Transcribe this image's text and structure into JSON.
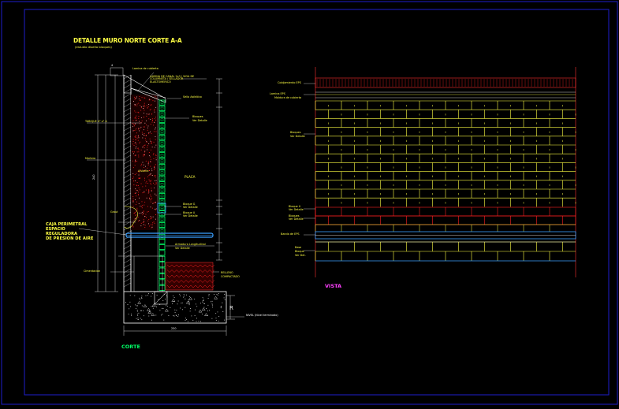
{
  "drawing": {
    "title": "DETALLE MURO NORTE CORTE A-A",
    "subtitle": "(estudio diseño bloques)",
    "section_label": "CORTE",
    "view_label": "VISTA",
    "placa_label": "PLACA",
    "dims": {
      "total_height": "240",
      "base_width": "230",
      "top_a": "4",
      "side_r": "R"
    },
    "section_annotations": {
      "top_note": "Lamina de cubierta",
      "roof_note": "LAMINA DE CANAL 2x3 / VIGA DE COLUMNETA / SELLADOR ELASTOMERICO",
      "coping": "Sello Asfaltico",
      "block_1": "Bloques",
      "block_2": "Ver Detalle",
      "left_1": "TABIQUE 4\" a\" A",
      "left_2": "Mortero",
      "left_3": "Aislante",
      "beam_1": "Bloque G",
      "beam_2": "Ver Detalle",
      "beam_3": "Bloque U",
      "beam_4": "Ver Detalle",
      "insulation_1": "CAJA PERIMETRAL",
      "insulation_2": "ESPACIO",
      "insulation_3": "REGULADORA",
      "insulation_4": "DE PRESION DE AIRE",
      "grout": "Grout",
      "slab_note": "Armadura Longitudinal",
      "slab_note_2": "Ver Detalle",
      "ground_1": "RELLENO",
      "ground_2": "COMPACTADO",
      "fill": "Cimentacion",
      "bottom_note": "NIVEL (Nivel terminado)"
    },
    "view_annotations": {
      "cap": "Cobijamiento EPS",
      "band": "Lamina EPS",
      "band_2": "Moldura de cubierta",
      "block_1": "Bloques",
      "block_2": "Ver Detalle",
      "red_1": "Bloque U",
      "red_2": "Ver Detalle",
      "red_3": "Bloques",
      "red_4": "Ver Detalle",
      "slab": "Banda de EPS",
      "base_1": "Base",
      "base_2": "Bloque",
      "base_3": "Ver Det."
    }
  },
  "colors": {
    "background": "#000000",
    "frame": "#1e1ecc",
    "brick": "#ffff44",
    "red": "#ff2020",
    "green": "#00ff66",
    "white": "#ffffff",
    "magenta": "#ff40ff",
    "cyan": "#3aa0ff"
  }
}
